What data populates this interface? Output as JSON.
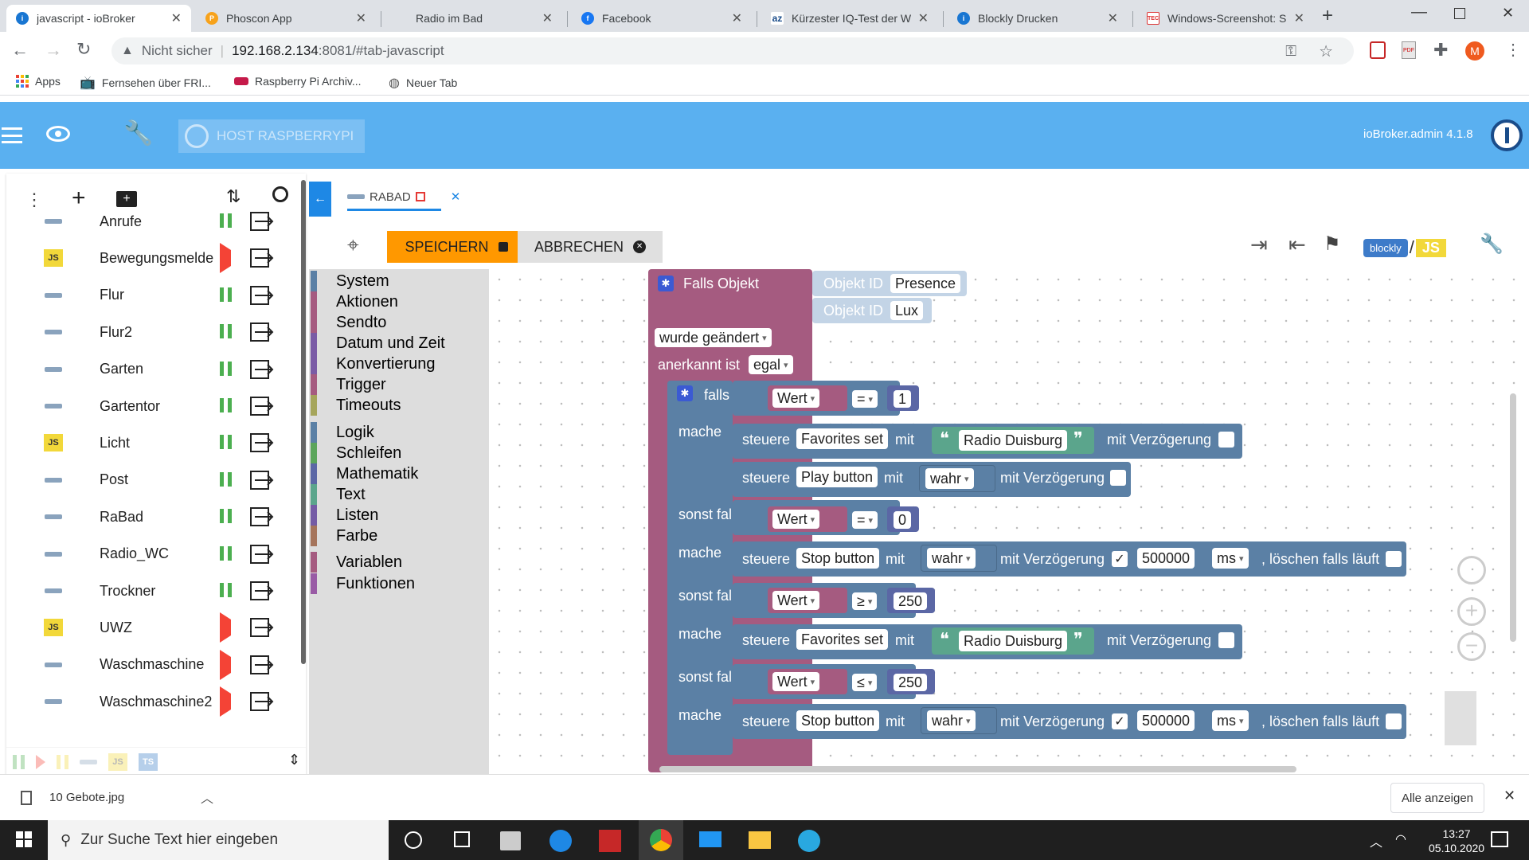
{
  "browser": {
    "tabs": [
      {
        "title": "javascript - ioBroker",
        "favicon": "iobroker-icon",
        "active": true
      },
      {
        "title": "Phoscon App",
        "favicon": "phoscon-icon"
      },
      {
        "title": "Radio im Bad",
        "favicon": "none"
      },
      {
        "title": "Facebook",
        "favicon": "facebook-icon"
      },
      {
        "title": "Kürzester IQ-Test der W",
        "favicon": "az-icon"
      },
      {
        "title": "Blockly Drucken",
        "favicon": "iobroker-icon"
      },
      {
        "title": "Windows-Screenshot: S",
        "favicon": "tec-icon"
      }
    ],
    "security_label": "Nicht sicher",
    "url_host": "192.168.2.134",
    "url_rest": ":8081/#tab-javascript",
    "profile_initial": "M",
    "bookmarks": [
      {
        "label": "Apps",
        "icon": "apps-grid-icon"
      },
      {
        "label": "Fernsehen über FRI...",
        "icon": "tv-icon"
      },
      {
        "label": "Raspberry Pi Archiv...",
        "icon": "raspberry-icon"
      },
      {
        "label": "Neuer Tab",
        "icon": "globe-icon"
      }
    ]
  },
  "app": {
    "host_label": "HOST RASPBERRYPI",
    "version": "ioBroker.admin 4.1.8",
    "header_color": "#5ab0f0"
  },
  "scripts": [
    {
      "name": "Anrufe",
      "type": "blockly",
      "state": "running"
    },
    {
      "name": "Bewegungsmelde",
      "type": "js",
      "state": "stopped"
    },
    {
      "name": "Flur",
      "type": "blockly",
      "state": "running"
    },
    {
      "name": "Flur2",
      "type": "blockly",
      "state": "running"
    },
    {
      "name": "Garten",
      "type": "blockly",
      "state": "running"
    },
    {
      "name": "Gartentor",
      "type": "blockly",
      "state": "running"
    },
    {
      "name": "Licht",
      "type": "js",
      "state": "running"
    },
    {
      "name": "Post",
      "type": "blockly",
      "state": "running"
    },
    {
      "name": "RaBad",
      "type": "blockly",
      "state": "running"
    },
    {
      "name": "Radio_WC",
      "type": "blockly",
      "state": "running"
    },
    {
      "name": "Trockner",
      "type": "blockly",
      "state": "running"
    },
    {
      "name": "UWZ",
      "type": "js",
      "state": "stopped"
    },
    {
      "name": "Waschmaschine",
      "type": "blockly",
      "state": "stopped"
    },
    {
      "name": "Waschmaschine2",
      "type": "blockly",
      "state": "stopped"
    }
  ],
  "editor": {
    "tab_title": "RABAD",
    "save_label": "SPEICHERN",
    "cancel_label": "ABBRECHEN",
    "blockly_label": "blockly",
    "js_label": "JS"
  },
  "toolbox": [
    {
      "label": "System",
      "color": "#5b80a5"
    },
    {
      "label": "Aktionen",
      "color": "#a55b80"
    },
    {
      "label": "Sendto",
      "color": "#a55b80"
    },
    {
      "label": "Datum und Zeit",
      "color": "#7a5ba5"
    },
    {
      "label": "Konvertierung",
      "color": "#7a5ba5"
    },
    {
      "label": "Trigger",
      "color": "#a55b80"
    },
    {
      "label": "Timeouts",
      "color": "#a5a55b"
    },
    {
      "label": "Logik",
      "color": "#5b80a5"
    },
    {
      "label": "Schleifen",
      "color": "#5ba55b"
    },
    {
      "label": "Mathematik",
      "color": "#5b67a5"
    },
    {
      "label": "Text",
      "color": "#5ba58c"
    },
    {
      "label": "Listen",
      "color": "#745ba5"
    },
    {
      "label": "Farbe",
      "color": "#a5745b"
    },
    {
      "label": "Variablen",
      "color": "#a55b80"
    },
    {
      "label": "Funktionen",
      "color": "#995ba5"
    }
  ],
  "blocks": {
    "trigger_title": "Falls Objekt",
    "objekt_id_label": "Objekt ID",
    "obj1": "Presence",
    "obj2": "Lux",
    "changed": "wurde geändert",
    "ack_label": "anerkannt ist",
    "ack_value": "egal",
    "falls": "falls",
    "mache": "mache",
    "sonst_falls": "sonst falls",
    "wert": "Wert",
    "steuere": "steuere",
    "mit": "mit",
    "mit_verzoegerung": "mit Verzögerung",
    "loeschen": ", löschen falls läuft",
    "ms": "ms",
    "wahr": "wahr",
    "favorites_set": "Favorites set",
    "play_button": "Play button",
    "stop_button": "Stop button",
    "radio_duisburg": "Radio Duisburg",
    "delay": "500000",
    "ops": [
      "=",
      "=",
      "≥",
      "≤"
    ],
    "nums": [
      "1",
      "0",
      "250",
      "250"
    ],
    "checked_mark": "✓",
    "colors": {
      "trigger": "#a55b80",
      "logic": "#5b80a5",
      "object": "#c3d4e6",
      "text": "#5ba58c",
      "math": "#5b67a5"
    }
  },
  "download": {
    "file": "10 Gebote.jpg",
    "show_all": "Alle anzeigen"
  },
  "taskbar": {
    "search_placeholder": "Zur Suche Text hier eingeben",
    "time": "13:27",
    "date": "05.10.2020"
  }
}
